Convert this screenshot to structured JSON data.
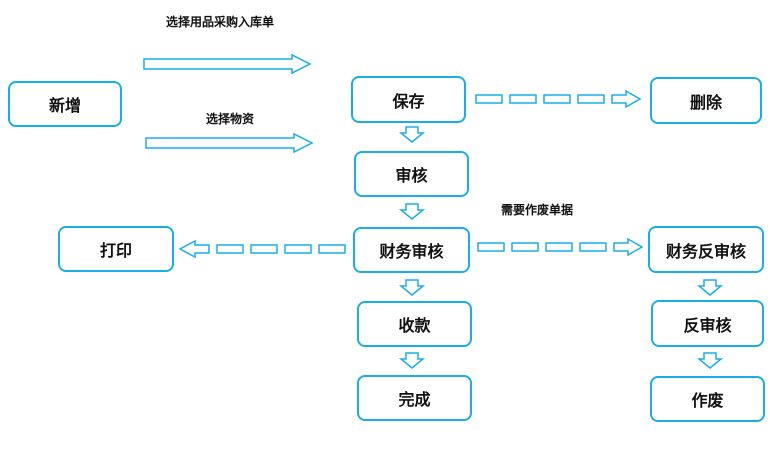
{
  "colors": {
    "stroke": "#1aaee8",
    "text": "#111111"
  },
  "nodes": {
    "add": "新增",
    "save": "保存",
    "delete": "删除",
    "review": "审核",
    "finance_review": "财务审核",
    "print": "打印",
    "finance_unreview": "财务反审核",
    "collect": "收款",
    "unreview": "反审核",
    "complete": "完成",
    "void": "作废"
  },
  "labels": {
    "select_purchase_receipt": "选择用品采购入库单",
    "select_items": "选择物资",
    "void_doc_needed": "需要作废单据"
  }
}
